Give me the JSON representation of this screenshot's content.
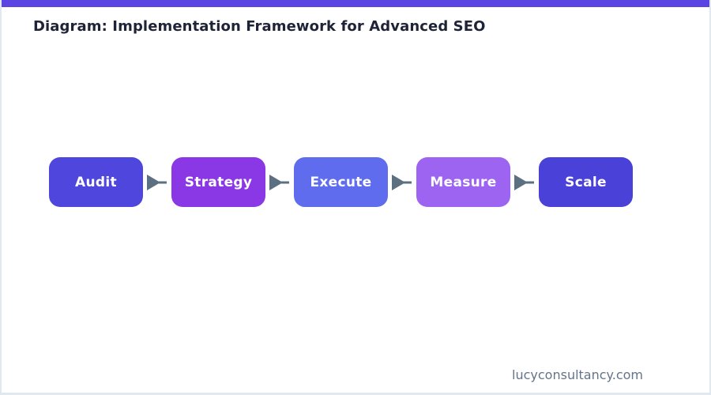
{
  "page": {
    "title": "Diagram: Implementation Framework for Advanced SEO",
    "footer": "lucyconsultancy.com",
    "accent_color": "#5b45e2",
    "border_color": "#e2e8f0",
    "title_color": "#1f2337",
    "footer_color": "#64748b",
    "arrow_color": "#5d7082"
  },
  "diagram": {
    "type": "flow",
    "direction": "left-to-right",
    "connector": "arrow-right",
    "nodes": [
      {
        "label": "Audit",
        "color": "#4f46dd"
      },
      {
        "label": "Strategy",
        "color": "#8a38e6"
      },
      {
        "label": "Execute",
        "color": "#5f6cee"
      },
      {
        "label": "Measure",
        "color": "#9d64f2"
      },
      {
        "label": "Scale",
        "color": "#4a42d8"
      }
    ]
  }
}
